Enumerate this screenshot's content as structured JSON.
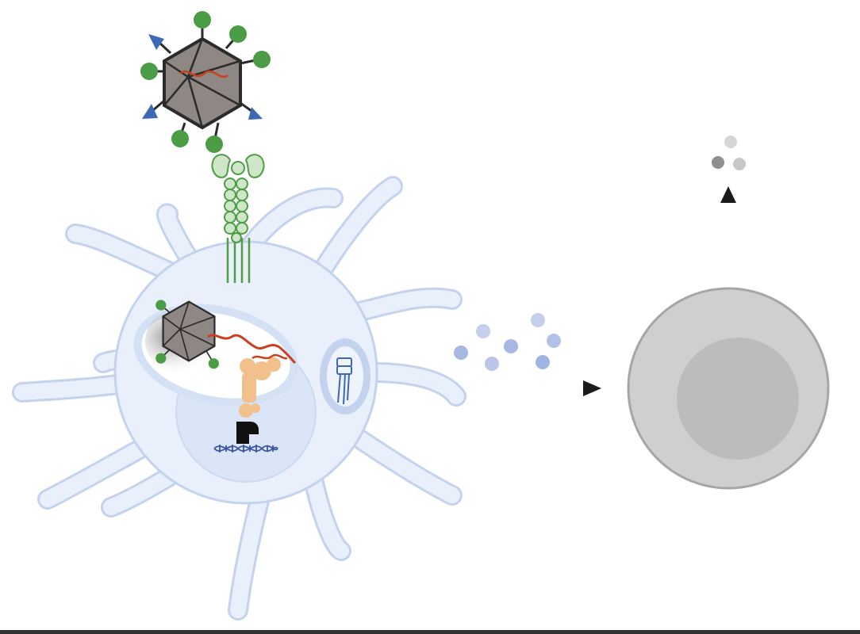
{
  "diagram": {
    "nodes": [
      {
        "id": "virus",
        "name": "virus-particle",
        "shape": "icosahedron-with-fibers"
      },
      {
        "id": "receptor",
        "name": "surface-receptor",
        "shape": "transmembrane-bead-chain"
      },
      {
        "id": "cell",
        "name": "dendritic-cell",
        "shape": "cell-with-dendrites"
      },
      {
        "id": "endosome",
        "name": "endosome",
        "shape": "vesicle-with-internalized-virus"
      },
      {
        "id": "sensor",
        "name": "cytosolic-sensor",
        "shape": "protein-complex"
      },
      {
        "id": "nucleus",
        "name": "nucleus",
        "shape": "circle-with-dna"
      },
      {
        "id": "vesicle",
        "name": "secretory-vesicle",
        "shape": "small-vesicle-with-receptor"
      },
      {
        "id": "cytokines",
        "name": "cytokine-cluster",
        "shape": "dot-cluster"
      },
      {
        "id": "target_cell",
        "name": "responding-cell",
        "shape": "round-cell"
      },
      {
        "id": "secreted",
        "name": "secreted-factors",
        "shape": "dot-cluster"
      }
    ],
    "edges": [
      {
        "from": "virus",
        "to": "receptor",
        "name": "binding"
      },
      {
        "from": "cell",
        "to": "target_cell",
        "name": "cell-to-cell-arrow"
      },
      {
        "from": "target_cell",
        "to": "secreted",
        "name": "secretion-arrow"
      }
    ],
    "labels": []
  },
  "colors": {
    "cell_fill": "#e9f0fb",
    "cell_stroke": "#c3d3ee",
    "nucleus_fill": "#dae6f7",
    "virus_capsid": "#8e8784",
    "virus_edge": "#2b2b2b",
    "genome": "#c9401e",
    "fiber_knob": "#4a9c45",
    "fiber_triangle": "#3d68b3",
    "receptor": "#4f9e47",
    "receptor_light": "#cfe6c8",
    "sensor_protein": "#f2c08a",
    "dna": "#3e55a0",
    "cytokine": "#8aa0d8",
    "target_cell_outer": "#cfcfcf",
    "target_cell_inner": "#bcbcbc",
    "arrow": "#1b1b1b"
  }
}
